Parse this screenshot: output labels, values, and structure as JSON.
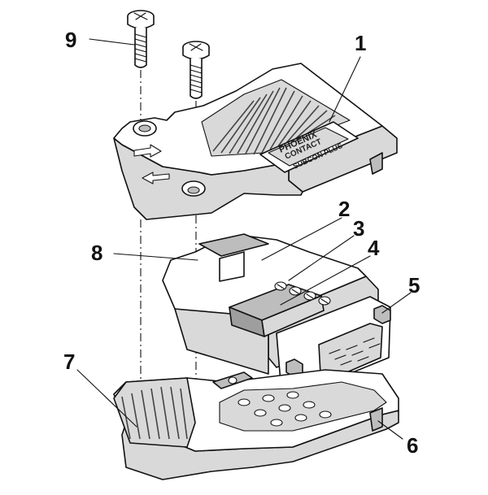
{
  "diagram": {
    "callouts": [
      {
        "id": "1",
        "label": "1"
      },
      {
        "id": "2",
        "label": "2"
      },
      {
        "id": "3",
        "label": "3"
      },
      {
        "id": "4",
        "label": "4"
      },
      {
        "id": "5",
        "label": "5"
      },
      {
        "id": "6",
        "label": "6"
      },
      {
        "id": "7",
        "label": "7"
      },
      {
        "id": "8",
        "label": "8"
      },
      {
        "id": "9",
        "label": "9"
      }
    ],
    "brand_logo": {
      "line1": "PHOENIX",
      "line2": "CONTACT"
    },
    "product_label": "SUBCON PLUS"
  }
}
